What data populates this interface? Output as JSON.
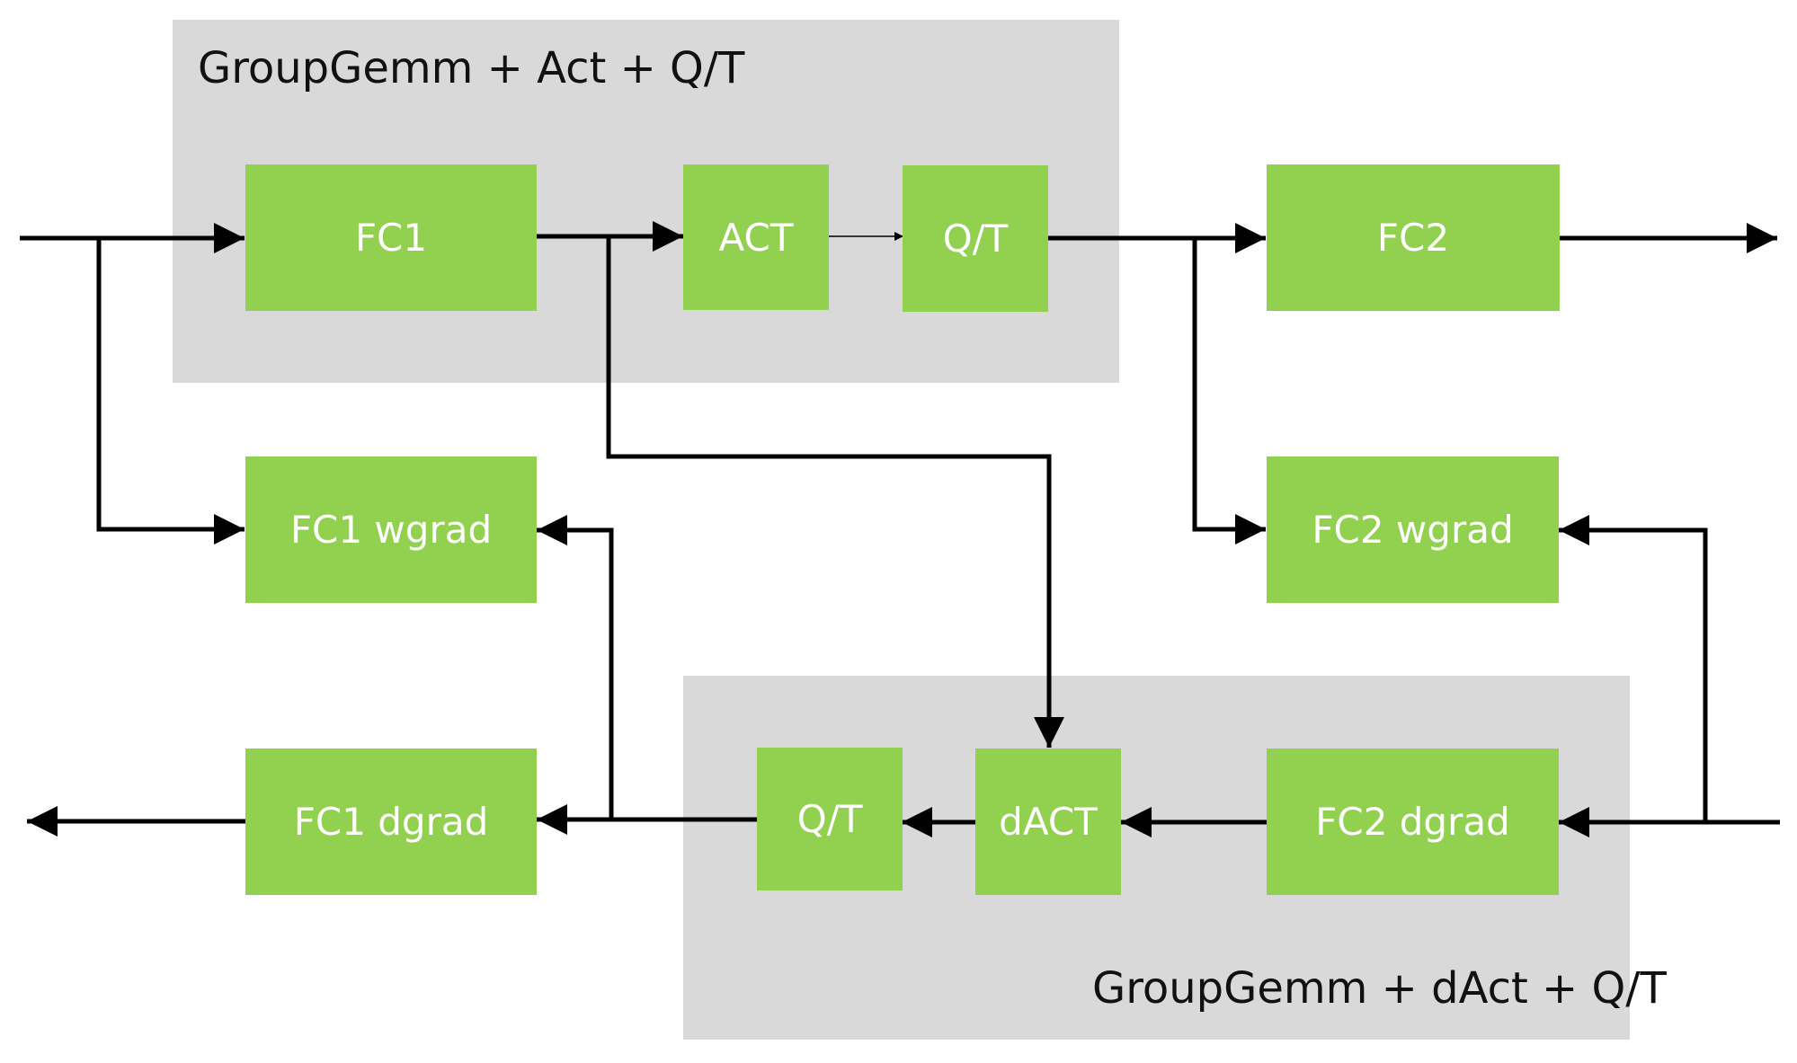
{
  "groups": {
    "forward": {
      "label": "GroupGemm + Act + Q/T",
      "color": "#d9d9d9"
    },
    "backward": {
      "label": "GroupGemm + dAct + Q/T",
      "color": "#d9d9d9"
    }
  },
  "blocks": {
    "fc1": "FC1",
    "act": "ACT",
    "qt_forward": "Q/T",
    "fc2": "FC2",
    "fc1_wgrad": "FC1 wgrad",
    "fc2_wgrad": "FC2 wgrad",
    "fc1_dgrad": "FC1 dgrad",
    "qt_backward": "Q/T",
    "dact": "dACT",
    "fc2_dgrad": "FC2 dgrad"
  },
  "colors": {
    "block": "#92d050",
    "block_text": "#ffffff",
    "group": "#d9d9d9",
    "arrow": "#000000"
  }
}
